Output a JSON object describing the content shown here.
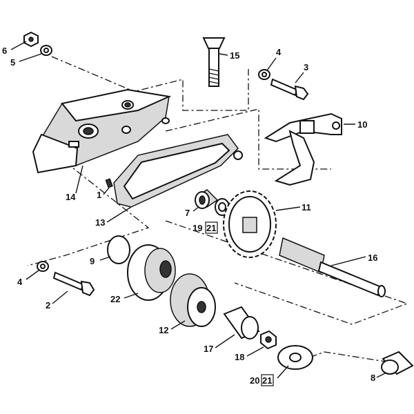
{
  "callouts": {
    "c1": "1",
    "c2": "2",
    "c3": "3",
    "c4a": "4",
    "c4b": "4",
    "c5": "5",
    "c6": "6",
    "c7": "7",
    "c8": "8",
    "c9": "9",
    "c10": "10",
    "c11": "11",
    "c12": "12",
    "c13": "13",
    "c14": "14",
    "c15": "15",
    "c16": "16",
    "c17": "17",
    "c18": "18",
    "c19": "19",
    "c20": "20",
    "c21a": "21",
    "c21b": "21",
    "c22": "22"
  }
}
